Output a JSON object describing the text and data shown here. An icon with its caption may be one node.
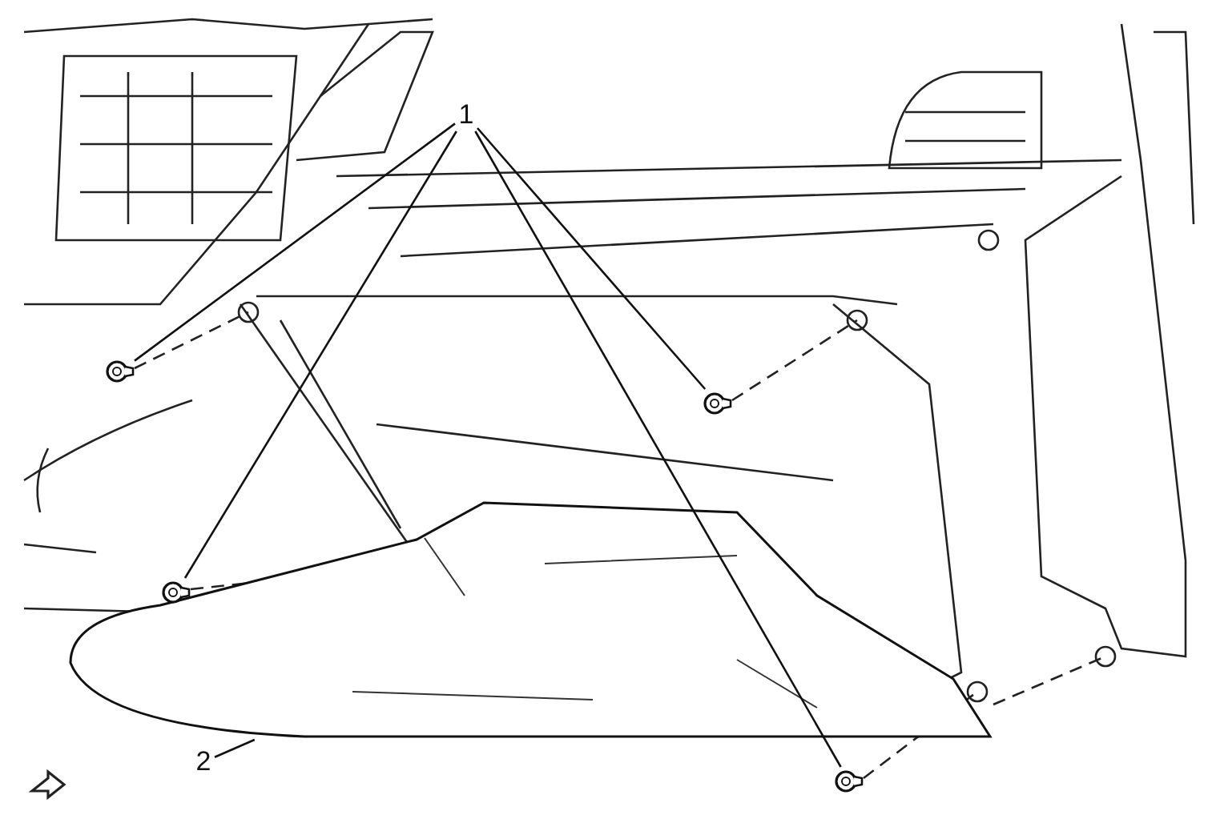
{
  "diagram": {
    "nodes": [
      {
        "text": [
          "1"
        ]
      },
      {
        "text": [
          "2"
        ]
      },
      {
        "text": [],
        "shape": "picture"
      },
      {
        "text": [],
        "shape": "picture"
      },
      {
        "text": [],
        "shape": "picture"
      },
      {
        "text": [],
        "shape": "picture"
      },
      {
        "text": [],
        "shape": "picture"
      }
    ],
    "edges": [
      {
        "from": 0,
        "to": 2,
        "arrow": "none"
      },
      {
        "from": 0,
        "to": 3,
        "arrow": "none"
      },
      {
        "from": 0,
        "to": 4,
        "arrow": "none"
      },
      {
        "from": 0,
        "to": 5,
        "arrow": "none"
      },
      {
        "from": 1,
        "to": 6,
        "arrow": "none"
      }
    ]
  }
}
